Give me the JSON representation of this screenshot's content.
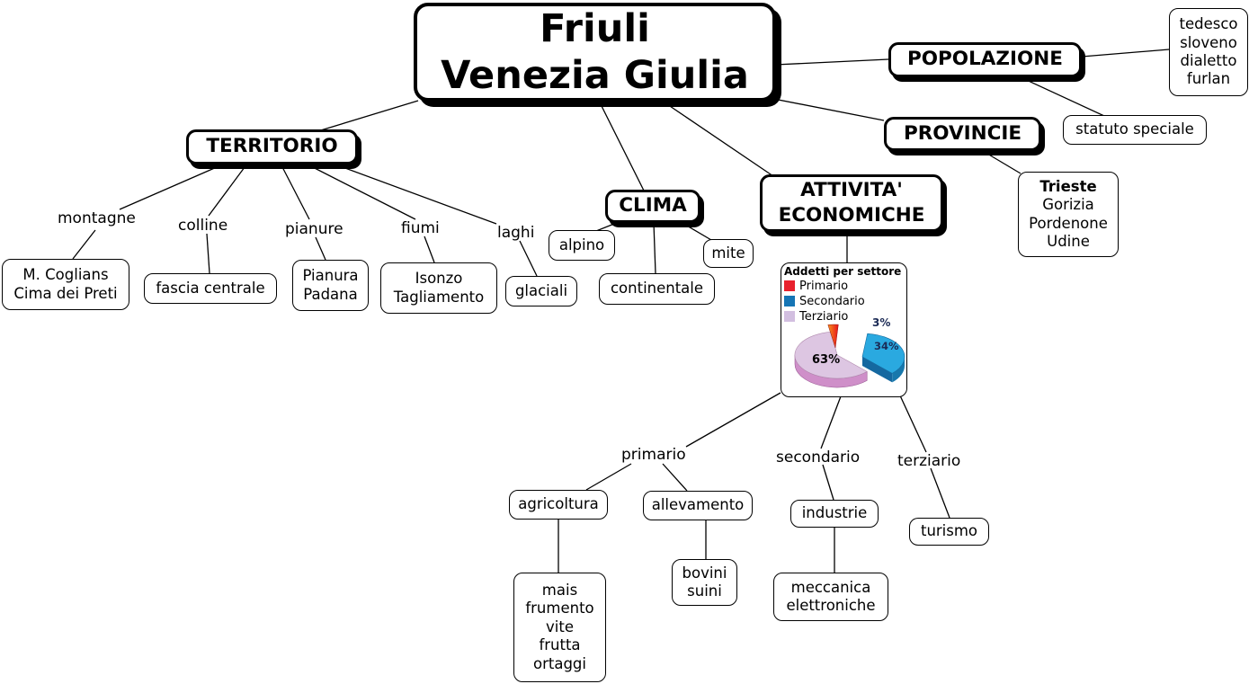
{
  "nodes": {
    "title": "Friuli\nVenezia Giulia",
    "popolazione": "POPOLAZIONE",
    "languages": "tedesco\nsloveno\ndialetto\nfurlan",
    "statuto": "statuto speciale",
    "provincie": "PROVINCIE",
    "trieste_title": "Trieste",
    "trieste_rest": "Gorizia\nPordenone\nUdine",
    "territorio": "TERRITORIO",
    "montagne": "montagne",
    "colline": "colline",
    "pianure": "pianure",
    "fiumi": "fiumi",
    "laghi": "laghi",
    "monti": "M. Coglians\nCima dei Preti",
    "fascia": "fascia centrale",
    "pianura_padana": "Pianura\nPadana",
    "fiumi_list": "Isonzo\nTagliamento",
    "glaciali": "glaciali",
    "clima": "CLIMA",
    "alpino": "alpino",
    "continentale": "continentale",
    "mite": "mite",
    "attivita": "ATTIVITA'\nECONOMICHE",
    "primario": "primario",
    "secondario": "secondario",
    "terziario": "terziario",
    "agricoltura": "agricoltura",
    "allevamento": "allevamento",
    "industrie": "industrie",
    "turismo": "turismo",
    "colture": "mais\nfrumento\nvite\nfrutta\nortaggi",
    "animali": "bovini\nsuini",
    "industrie_tipi": "meccanica\nelettroniche"
  },
  "chart_data": {
    "type": "pie",
    "title": "Addetti per settore",
    "legend_position": "top-left",
    "legend": [
      {
        "label": "Primario",
        "color": "#e8212d"
      },
      {
        "label": "Secondario",
        "color": "#1575b5"
      },
      {
        "label": "Terziario",
        "color": "#d2bfe0"
      }
    ],
    "slices": [
      {
        "label": "Primario",
        "value": 3,
        "pct_label": "3%",
        "color_from": "#f7941d",
        "color_to": "#e8111c"
      },
      {
        "label": "Secondario",
        "value": 34,
        "pct_label": "34%",
        "color_top": "#2aa9e0",
        "color_side": "#1878ac",
        "color_face": "#1568a0"
      },
      {
        "label": "Terziario",
        "value": 63,
        "pct_label": "63%",
        "color_top": "#ddc6e2",
        "color_side": "#cf8fc9"
      }
    ],
    "label_color_dark": "#1b2a55",
    "label_color_black": "#000000"
  }
}
